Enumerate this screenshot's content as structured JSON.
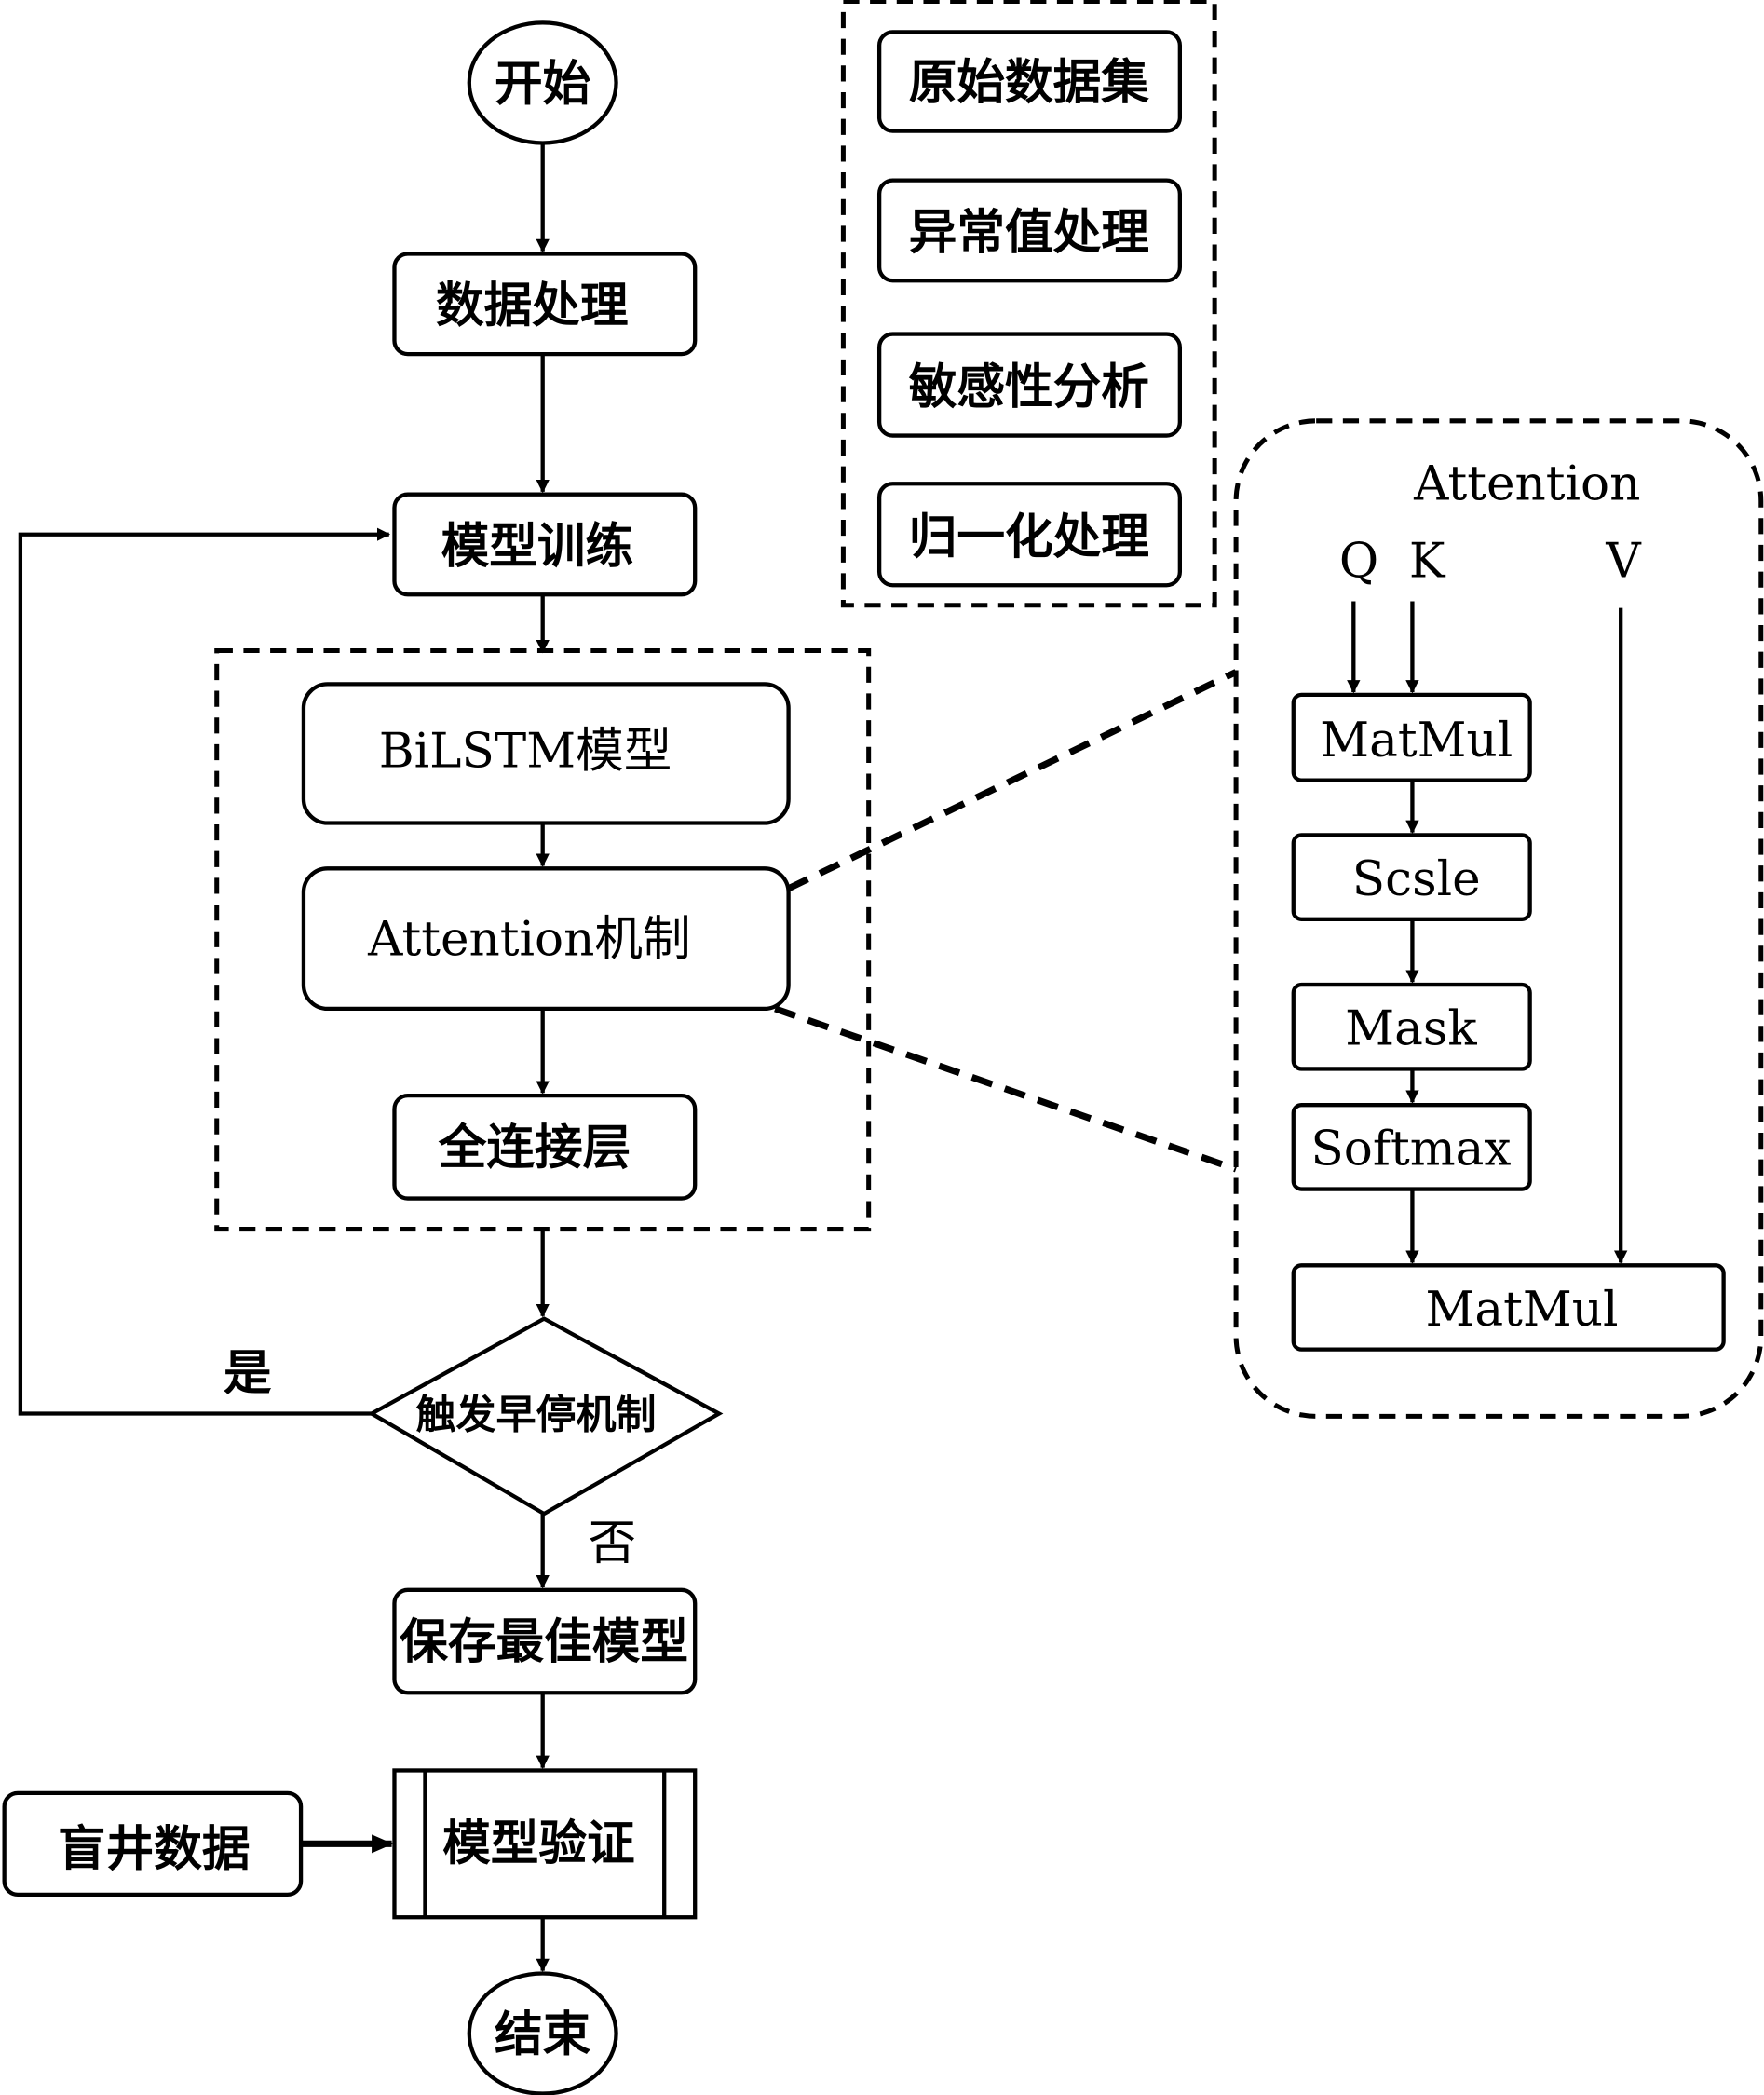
{
  "flow": {
    "start": "开始",
    "data_processing": "数据处理",
    "model_training": "模型训练",
    "bilstm": "BiLSTM模型",
    "attention_mech": "Attention机制",
    "fc_layer": "全连接层",
    "early_stop": "触发早停机制",
    "yes": "是",
    "no": "否",
    "save_best": "保存最佳模型",
    "validate": "模型验证",
    "blind_well": "盲井数据",
    "end": "结束"
  },
  "preprocess": [
    "原始数据集",
    "异常值处理",
    "敏感性分析",
    "归一化处理"
  ],
  "attention": {
    "title": "Attention",
    "q": "Q",
    "k": "K",
    "v": "V",
    "matmul1": "MatMul",
    "scale": "Scsle",
    "mask": "Mask",
    "softmax": "Softmax",
    "matmul2": "MatMul"
  }
}
